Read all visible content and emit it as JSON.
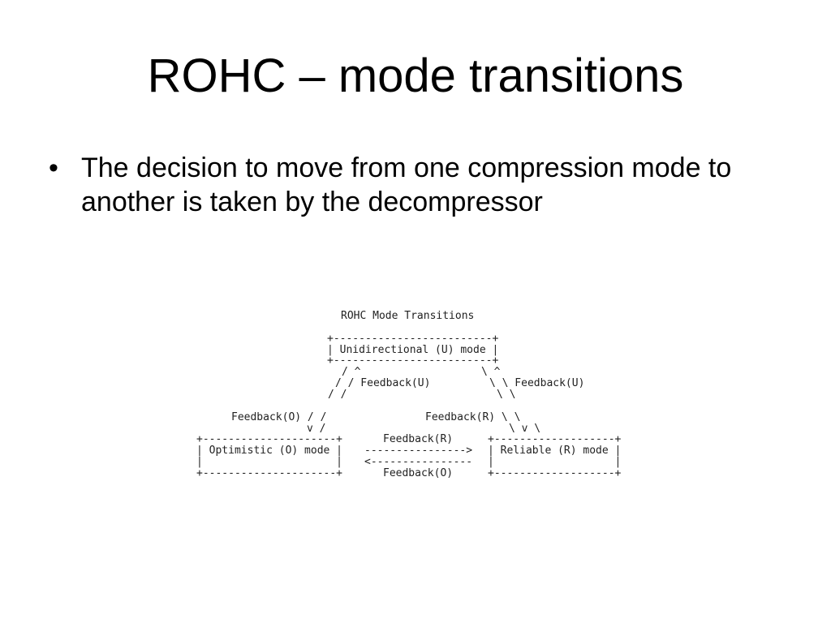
{
  "slide": {
    "title": "ROHC – mode transitions",
    "bullets": [
      {
        "marker": "•",
        "text": "The decision to move from one compression mode to another is taken by the decompressor"
      }
    ]
  },
  "diagram": {
    "caption": "ROHC Mode Transitions",
    "lines": [
      "+-------------------------+",
      "| Unidirectional (U) mode |",
      "+-------------------------+",
      "/ ^",
      "\\ ^",
      "/ / Feedback(U)",
      "\\ \\ Feedback(U)",
      "/ /",
      "\\ \\",
      "Feedback(O) / /",
      "Feedback(R) \\ \\",
      "v /",
      "\\ v \\",
      "+---------------------+",
      "| Optimistic (O) mode |",
      "|                     |",
      "+---------------------+",
      "Feedback(R)",
      "---------------->",
      "<----------------",
      "Feedback(O)",
      "+-------------------+",
      "| Reliable (R) mode |",
      "|                   |",
      "+-------------------+"
    ]
  }
}
